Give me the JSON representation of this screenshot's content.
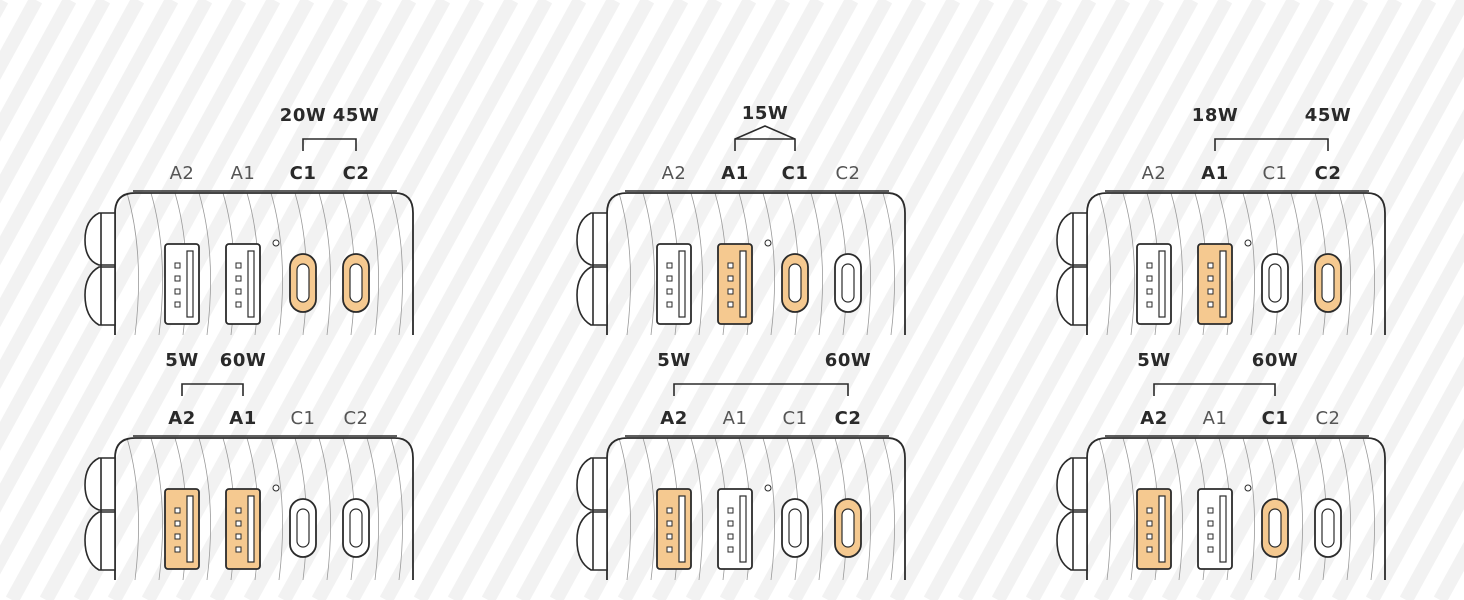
{
  "colors": {
    "highlight": "#f5c990",
    "stroke": "#2b2b2b",
    "body_line": "#9a9a9a",
    "background_stripe": "#f2f2f2"
  },
  "port_order": [
    "A2",
    "A1",
    "C1",
    "C2"
  ],
  "configs": [
    {
      "ports": [
        "A2",
        "A1",
        "C1",
        "C2"
      ],
      "active": [
        "C1",
        "C2"
      ],
      "bracket": "split",
      "watts": [
        {
          "port": "C1",
          "label": "20W"
        },
        {
          "port": "C2",
          "label": "45W"
        }
      ]
    },
    {
      "ports": [
        "A2",
        "A1",
        "C1",
        "C2"
      ],
      "active": [
        "A1",
        "C1"
      ],
      "bracket": "shared",
      "watts": [
        {
          "label": "15W"
        }
      ]
    },
    {
      "ports": [
        "A2",
        "A1",
        "C1",
        "C2"
      ],
      "active": [
        "A1",
        "C2"
      ],
      "bracket": "split",
      "watts": [
        {
          "port": "A1",
          "label": "18W"
        },
        {
          "port": "C2",
          "label": "45W"
        }
      ]
    },
    {
      "ports": [
        "A2",
        "A1",
        "C1",
        "C2"
      ],
      "active": [
        "A2",
        "A1"
      ],
      "bracket": "split",
      "watts": [
        {
          "port": "A2",
          "label": "5W"
        },
        {
          "port": "A1",
          "label": "60W"
        }
      ]
    },
    {
      "ports": [
        "A2",
        "A1",
        "C1",
        "C2"
      ],
      "active": [
        "A2",
        "C2"
      ],
      "bracket": "split",
      "watts": [
        {
          "port": "A2",
          "label": "5W"
        },
        {
          "port": "C2",
          "label": "60W"
        }
      ]
    },
    {
      "ports": [
        "A2",
        "A1",
        "C1",
        "C2"
      ],
      "active": [
        "A2",
        "C1"
      ],
      "bracket": "split",
      "watts": [
        {
          "port": "A2",
          "label": "5W"
        },
        {
          "port": "C1",
          "label": "60W"
        }
      ]
    }
  ]
}
